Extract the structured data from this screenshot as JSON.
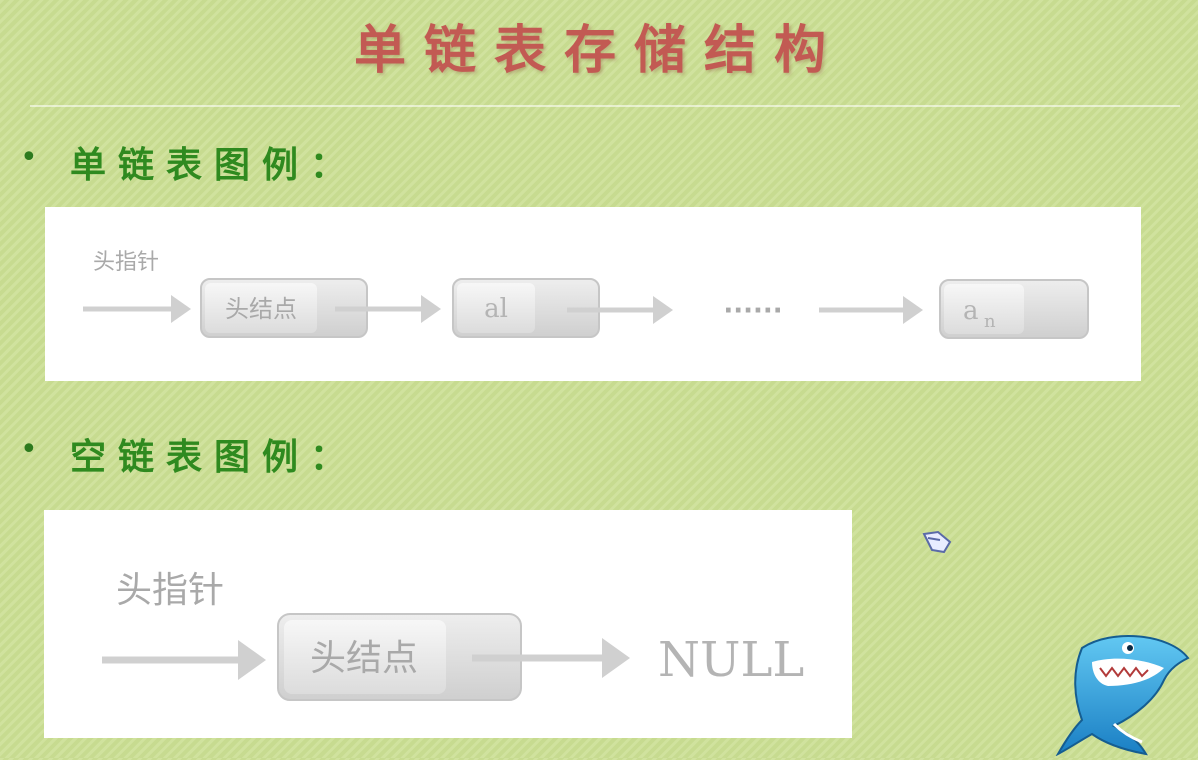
{
  "title": "单链表存储结构",
  "sections": [
    {
      "label": "单链表图例：",
      "head_pointer": "头指针",
      "head_node": "头结点",
      "node_a1": "al",
      "ellipsis": "······",
      "node_an_base": "a",
      "node_an_sub": "n"
    },
    {
      "label": "空链表图例：",
      "head_pointer": "头指针",
      "head_node": "头结点",
      "null_text": "NULL"
    }
  ],
  "mascot": "shark-mascot-icon",
  "cursor": "mouse-cursor-icon"
}
